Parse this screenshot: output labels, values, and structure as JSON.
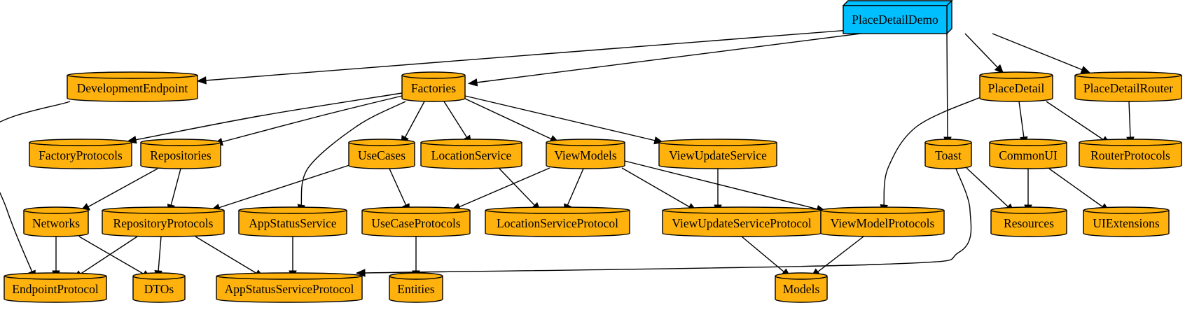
{
  "colors": {
    "module_fill": "#ffb20d",
    "app_fill": "#00bfff",
    "stroke": "#000000"
  },
  "nodes": [
    {
      "id": "PlaceDetailDemo",
      "label": "PlaceDetailDemo",
      "kind": "box"
    },
    {
      "id": "DevelopmentEndpoint",
      "label": "DevelopmentEndpoint",
      "kind": "cylinder"
    },
    {
      "id": "Factories",
      "label": "Factories",
      "kind": "cylinder"
    },
    {
      "id": "PlaceDetail",
      "label": "PlaceDetail",
      "kind": "cylinder"
    },
    {
      "id": "PlaceDetailRouter",
      "label": "PlaceDetailRouter",
      "kind": "cylinder"
    },
    {
      "id": "FactoryProtocols",
      "label": "FactoryProtocols",
      "kind": "cylinder"
    },
    {
      "id": "Repositories",
      "label": "Repositories",
      "kind": "cylinder"
    },
    {
      "id": "UseCases",
      "label": "UseCases",
      "kind": "cylinder"
    },
    {
      "id": "LocationService",
      "label": "LocationService",
      "kind": "cylinder"
    },
    {
      "id": "ViewModels",
      "label": "ViewModels",
      "kind": "cylinder"
    },
    {
      "id": "ViewUpdateService",
      "label": "ViewUpdateService",
      "kind": "cylinder"
    },
    {
      "id": "Toast",
      "label": "Toast",
      "kind": "cylinder"
    },
    {
      "id": "CommonUI",
      "label": "CommonUI",
      "kind": "cylinder"
    },
    {
      "id": "RouterProtocols",
      "label": "RouterProtocols",
      "kind": "cylinder"
    },
    {
      "id": "Networks",
      "label": "Networks",
      "kind": "cylinder"
    },
    {
      "id": "RepositoryProtocols",
      "label": "RepositoryProtocols",
      "kind": "cylinder"
    },
    {
      "id": "AppStatusService",
      "label": "AppStatusService",
      "kind": "cylinder"
    },
    {
      "id": "UseCaseProtocols",
      "label": "UseCaseProtocols",
      "kind": "cylinder"
    },
    {
      "id": "LocationServiceProtocol",
      "label": "LocationServiceProtocol",
      "kind": "cylinder"
    },
    {
      "id": "ViewUpdateServiceProtocol",
      "label": "ViewUpdateServiceProtocol",
      "kind": "cylinder"
    },
    {
      "id": "ViewModelProtocols",
      "label": "ViewModelProtocols",
      "kind": "cylinder"
    },
    {
      "id": "Resources",
      "label": "Resources",
      "kind": "cylinder"
    },
    {
      "id": "UIExtensions",
      "label": "UIExtensions",
      "kind": "cylinder"
    },
    {
      "id": "EndpointProtocol",
      "label": "EndpointProtocol",
      "kind": "cylinder"
    },
    {
      "id": "DTOs",
      "label": "DTOs",
      "kind": "cylinder"
    },
    {
      "id": "AppStatusServiceProtocol",
      "label": "AppStatusServiceProtocol",
      "kind": "cylinder"
    },
    {
      "id": "Entities",
      "label": "Entities",
      "kind": "cylinder"
    },
    {
      "id": "Models",
      "label": "Models",
      "kind": "cylinder"
    }
  ],
  "edges": [
    {
      "from": "PlaceDetailDemo",
      "to": "DevelopmentEndpoint"
    },
    {
      "from": "PlaceDetailDemo",
      "to": "Factories"
    },
    {
      "from": "PlaceDetailDemo",
      "to": "Toast"
    },
    {
      "from": "PlaceDetailDemo",
      "to": "PlaceDetail"
    },
    {
      "from": "PlaceDetailDemo",
      "to": "PlaceDetailRouter"
    },
    {
      "from": "DevelopmentEndpoint",
      "to": "EndpointProtocol"
    },
    {
      "from": "Factories",
      "to": "FactoryProtocols"
    },
    {
      "from": "Factories",
      "to": "Repositories"
    },
    {
      "from": "Factories",
      "to": "AppStatusService"
    },
    {
      "from": "Factories",
      "to": "UseCases"
    },
    {
      "from": "Factories",
      "to": "LocationService"
    },
    {
      "from": "Factories",
      "to": "ViewModels"
    },
    {
      "from": "Factories",
      "to": "ViewUpdateService"
    },
    {
      "from": "PlaceDetail",
      "to": "ViewModelProtocols"
    },
    {
      "from": "PlaceDetail",
      "to": "CommonUI"
    },
    {
      "from": "PlaceDetail",
      "to": "RouterProtocols"
    },
    {
      "from": "PlaceDetailRouter",
      "to": "RouterProtocols"
    },
    {
      "from": "Repositories",
      "to": "Networks"
    },
    {
      "from": "Repositories",
      "to": "RepositoryProtocols"
    },
    {
      "from": "UseCases",
      "to": "RepositoryProtocols"
    },
    {
      "from": "UseCases",
      "to": "UseCaseProtocols"
    },
    {
      "from": "LocationService",
      "to": "LocationServiceProtocol"
    },
    {
      "from": "ViewModels",
      "to": "UseCaseProtocols"
    },
    {
      "from": "ViewModels",
      "to": "LocationServiceProtocol"
    },
    {
      "from": "ViewModels",
      "to": "ViewUpdateServiceProtocol"
    },
    {
      "from": "ViewModels",
      "to": "ViewModelProtocols"
    },
    {
      "from": "ViewUpdateService",
      "to": "ViewUpdateServiceProtocol"
    },
    {
      "from": "Toast",
      "to": "Resources"
    },
    {
      "from": "Toast",
      "to": "AppStatusServiceProtocol"
    },
    {
      "from": "CommonUI",
      "to": "Resources"
    },
    {
      "from": "CommonUI",
      "to": "UIExtensions"
    },
    {
      "from": "Networks",
      "to": "EndpointProtocol"
    },
    {
      "from": "Networks",
      "to": "DTOs"
    },
    {
      "from": "RepositoryProtocols",
      "to": "EndpointProtocol"
    },
    {
      "from": "RepositoryProtocols",
      "to": "DTOs"
    },
    {
      "from": "RepositoryProtocols",
      "to": "AppStatusServiceProtocol"
    },
    {
      "from": "AppStatusService",
      "to": "AppStatusServiceProtocol"
    },
    {
      "from": "UseCaseProtocols",
      "to": "Entities"
    },
    {
      "from": "ViewUpdateServiceProtocol",
      "to": "Models"
    },
    {
      "from": "ViewModelProtocols",
      "to": "Models"
    }
  ]
}
